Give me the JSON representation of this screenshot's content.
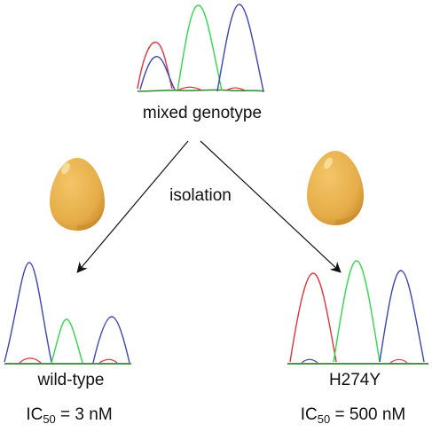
{
  "top": {
    "label": "mixed genotype"
  },
  "process": {
    "label": "isolation"
  },
  "left": {
    "label": "wild-type",
    "ic50_prefix": "IC",
    "ic50_sub": "50",
    "ic50_value": " = 3 nM"
  },
  "right": {
    "label": "H274Y",
    "ic50_prefix": "IC",
    "ic50_sub": "50",
    "ic50_value": " = 500 nM"
  },
  "colors": {
    "red": "#e0323c",
    "green": "#2fd84a",
    "blue": "#3a46b8",
    "egg": "#e8b452",
    "egg_shade": "#c98d2f",
    "baseline": "#2b8a2b"
  },
  "icons": [
    "egg-icon",
    "egg-icon"
  ]
}
